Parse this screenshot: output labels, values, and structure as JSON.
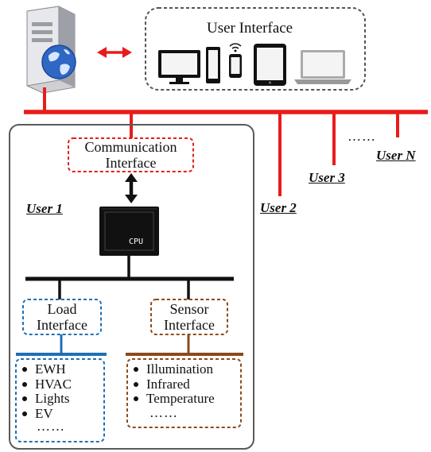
{
  "user_interface": {
    "title": "User Interface",
    "devices": [
      "desktop-monitor",
      "tablet-dark",
      "smartphone-wifi",
      "tablet",
      "laptop"
    ]
  },
  "server": {
    "icon": "server-globe-icon"
  },
  "users": [
    {
      "label": "User 1"
    },
    {
      "label": "User 2"
    },
    {
      "label": "User 3"
    },
    {
      "label": "User N"
    }
  ],
  "more_users": "……",
  "communication_interface": {
    "line1": "Communication",
    "line2": "Interface"
  },
  "cpu": {
    "label": "CPU"
  },
  "load_interface": {
    "line1": "Load",
    "line2": "Interface",
    "items": [
      "EWH",
      "HVAC",
      "Lights",
      "EV"
    ],
    "more": "……"
  },
  "sensor_interface": {
    "line1": "Sensor",
    "line2": "Interface",
    "items": [
      "Illumination",
      "Infrared",
      "Temperature"
    ],
    "more": "……"
  },
  "colors": {
    "bus_red": "#e81c1c",
    "load_blue": "#1f6fb5",
    "sensor_brown": "#8b4a1c",
    "frame_gray": "#5a5a5a"
  }
}
